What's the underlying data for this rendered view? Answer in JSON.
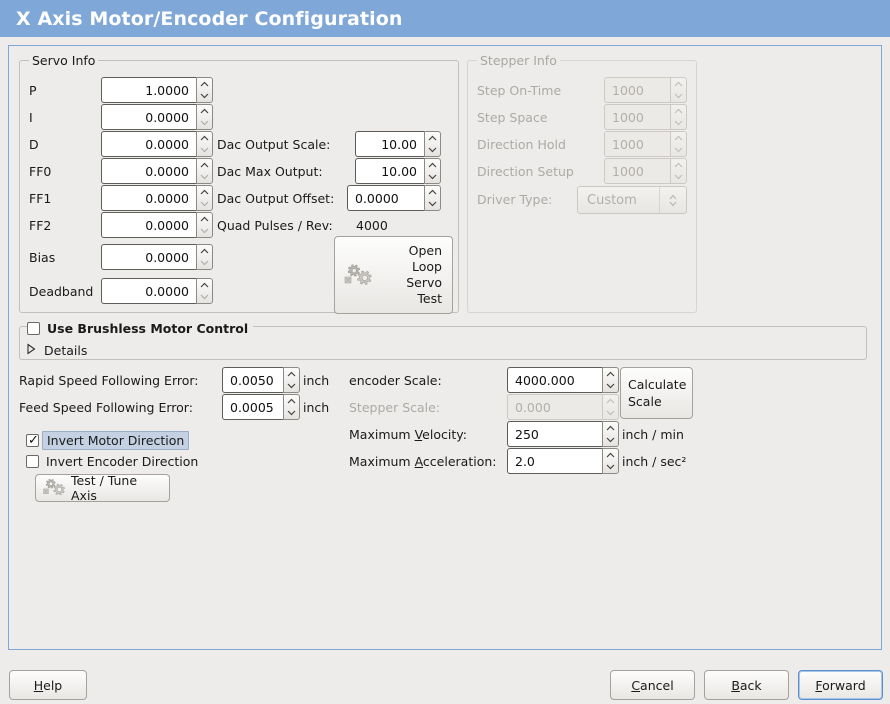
{
  "window": {
    "title": "X Axis Motor/Encoder Configuration"
  },
  "servo_info": {
    "legend": "Servo Info",
    "rows": [
      {
        "label": "P",
        "value": "1.0000"
      },
      {
        "label": "I",
        "value": "0.0000"
      },
      {
        "label": "D",
        "value": "0.0000"
      },
      {
        "label": "FF0",
        "value": "0.0000"
      },
      {
        "label": "FF1",
        "value": "0.0000"
      },
      {
        "label": "FF2",
        "value": "0.0000"
      },
      {
        "label": "Bias",
        "value": "0.0000"
      },
      {
        "label": "Deadband",
        "value": "0.0000"
      }
    ],
    "dac": [
      {
        "label": "Dac Output Scale:",
        "value": "10.00"
      },
      {
        "label": "Dac Max Output:",
        "value": "10.00"
      },
      {
        "label": "Dac Output Offset:",
        "value": "0.0000"
      }
    ],
    "quad_pulses_label": "Quad Pulses / Rev:",
    "quad_pulses_value": "4000",
    "open_loop_button": "Open\nLoop\nServo\nTest",
    "open_loop_lines": [
      "Open",
      "Loop",
      "Servo",
      "Test"
    ]
  },
  "stepper_info": {
    "legend": "Stepper Info",
    "enabled": false,
    "rows": [
      {
        "label": "Step On-Time",
        "value": "1000"
      },
      {
        "label": "Step Space",
        "value": "1000"
      },
      {
        "label": "Direction Hold",
        "value": "1000"
      },
      {
        "label": "Direction Setup",
        "value": "1000"
      }
    ],
    "driver_type_label": "Driver Type:",
    "driver_type_value": "Custom"
  },
  "brushless": {
    "checkbox_label": "Use Brushless Motor Control",
    "checked": false,
    "details_label": "Details",
    "details_expanded": false
  },
  "following_errors": [
    {
      "label": "Rapid Speed Following Error:",
      "value": "0.0050",
      "unit": "inch"
    },
    {
      "label": "Feed Speed Following Error:",
      "value": "0.0005",
      "unit": "inch"
    }
  ],
  "invert_motor": {
    "label": "Invert Motor Direction",
    "checked": true,
    "focused": true
  },
  "invert_encoder": {
    "label": "Invert Encoder Direction",
    "checked": false,
    "focused": false
  },
  "test_tune_button": "Test / Tune Axis",
  "scales": {
    "encoder_scale_label": "encoder Scale:",
    "encoder_scale_value": "4000.000",
    "stepper_scale_label": "Stepper Scale:",
    "stepper_scale_value": "0.000",
    "stepper_scale_enabled": false,
    "calculate_button_lines": [
      "Calculate",
      "Scale"
    ],
    "max_velocity_label_pre": "Maximum ",
    "max_velocity_label_mn": "V",
    "max_velocity_label_post": "elocity:",
    "max_velocity_value": "250",
    "max_velocity_unit": "inch / min",
    "max_accel_label_pre": "Maximum ",
    "max_accel_label_mn": "A",
    "max_accel_label_post": "cceleration:",
    "max_accel_value": "2.0",
    "max_accel_unit": "inch / sec²"
  },
  "footer": {
    "help_mn": "H",
    "help_rest": "elp",
    "cancel_mn": "C",
    "cancel_rest": "ancel",
    "back_mn": "B",
    "back_rest": "ack",
    "forward_mn": "F",
    "forward_rest": "orward"
  },
  "colors": {
    "title_bar": "#7fa8d8",
    "background": "#edecea",
    "focus_highlight": "#c3d1e2"
  }
}
